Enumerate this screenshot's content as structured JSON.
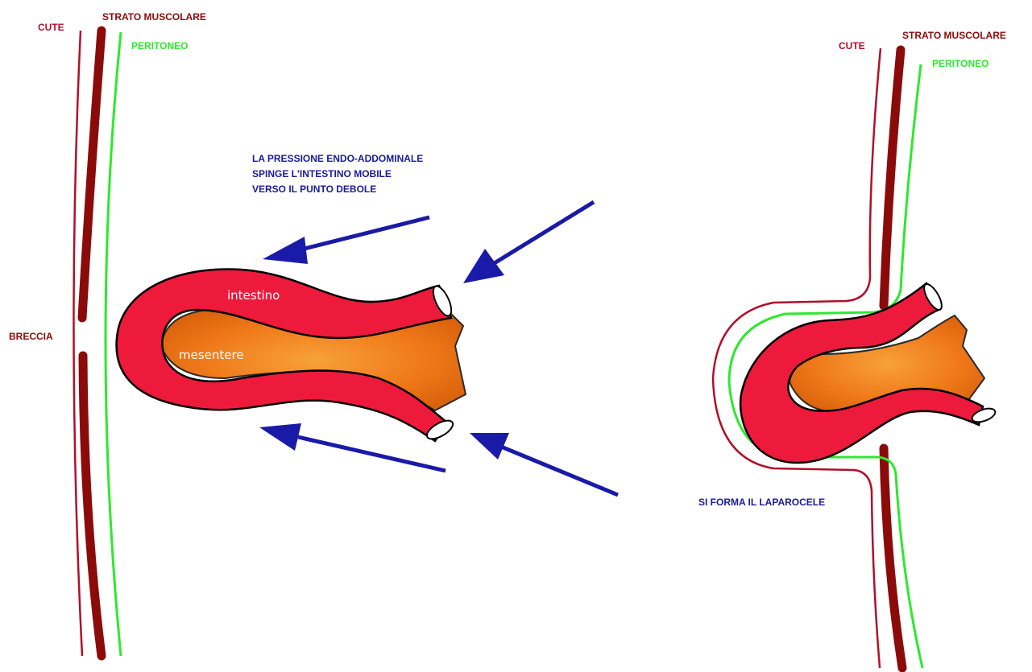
{
  "left_panel": {
    "labels": {
      "cute": "CUTE",
      "strato_muscolare": "STRATO MUSCOLARE",
      "peritoneo": "PERITONEO",
      "breccia": "BRECCIA"
    },
    "caption_lines": [
      "LA PRESSIONE ENDO-ADDOMINALE",
      "SPINGE L'INTESTINO MOBILE",
      "VERSO IL PUNTO DEBOLE"
    ],
    "organ_labels": {
      "intestino": "intestino",
      "mesentere": "mesentere"
    }
  },
  "right_panel": {
    "labels": {
      "cute": "CUTE",
      "strato_muscolare": "STRATO MUSCOLARE",
      "peritoneo": "PERITONEO"
    },
    "caption": "SI FORMA IL LAPAROCELE"
  },
  "colors": {
    "cute": "#b0102a",
    "muscle": "#8b0a0a",
    "peritoneo": "#2ee82e",
    "intestine": "#ee1a3c",
    "mesentery": "#f07a1a",
    "arrow": "#1a1aa8",
    "caption": "#1a1a9c"
  }
}
